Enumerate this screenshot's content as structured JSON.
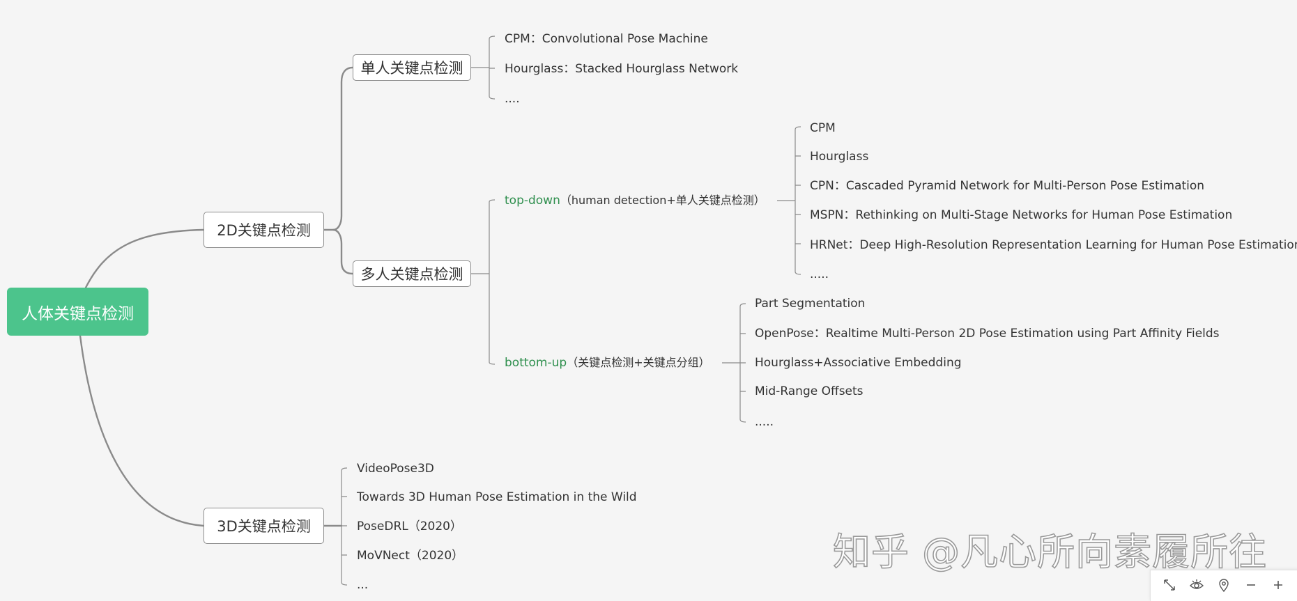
{
  "root": {
    "label": "人体关键点检测"
  },
  "level1": {
    "kp2d": "2D关键点检测",
    "kp3d": "3D关键点检测"
  },
  "level2": {
    "single": "单人关键点检测",
    "multi": "多人关键点检测"
  },
  "single_leaves": [
    "CPM：Convolutional Pose Machine",
    "Hourglass：Stacked Hourglass Network",
    "...."
  ],
  "topdown": {
    "keyword": "top-down",
    "desc": "（human detection+单人关键点检测）",
    "leaves": [
      "CPM",
      "Hourglass",
      "CPN：Cascaded Pyramid Network for Multi-Person Pose Estimation",
      "MSPN：Rethinking on Multi-Stage Networks for Human Pose Estimation",
      "HRNet：Deep High-Resolution Representation Learning for Human Pose Estimation",
      "....."
    ]
  },
  "bottomup": {
    "keyword": "bottom-up",
    "desc": "（关键点检测+关键点分组）",
    "leaves": [
      "Part Segmentation",
      "OpenPose：Realtime Multi-Person 2D Pose Estimation using Part Affinity Fields",
      "Hourglass+Associative Embedding",
      "Mid-Range Offsets",
      "....."
    ]
  },
  "kp3d_leaves": [
    "VideoPose3D",
    "Towards 3D Human Pose Estimation in the Wild",
    "PoseDRL（2020）",
    "MoVNect（2020）",
    "..."
  ],
  "watermark": "知乎 @凡心所向素履所往",
  "colors": {
    "root_bg": "#4cc48c",
    "accent_green": "#2f8f4e",
    "connector": "#8a8a8a"
  },
  "toolbar_icons": [
    "fit-screen-icon",
    "eye-icon",
    "location-pin-icon",
    "zoom-out-icon",
    "zoom-in-icon"
  ]
}
